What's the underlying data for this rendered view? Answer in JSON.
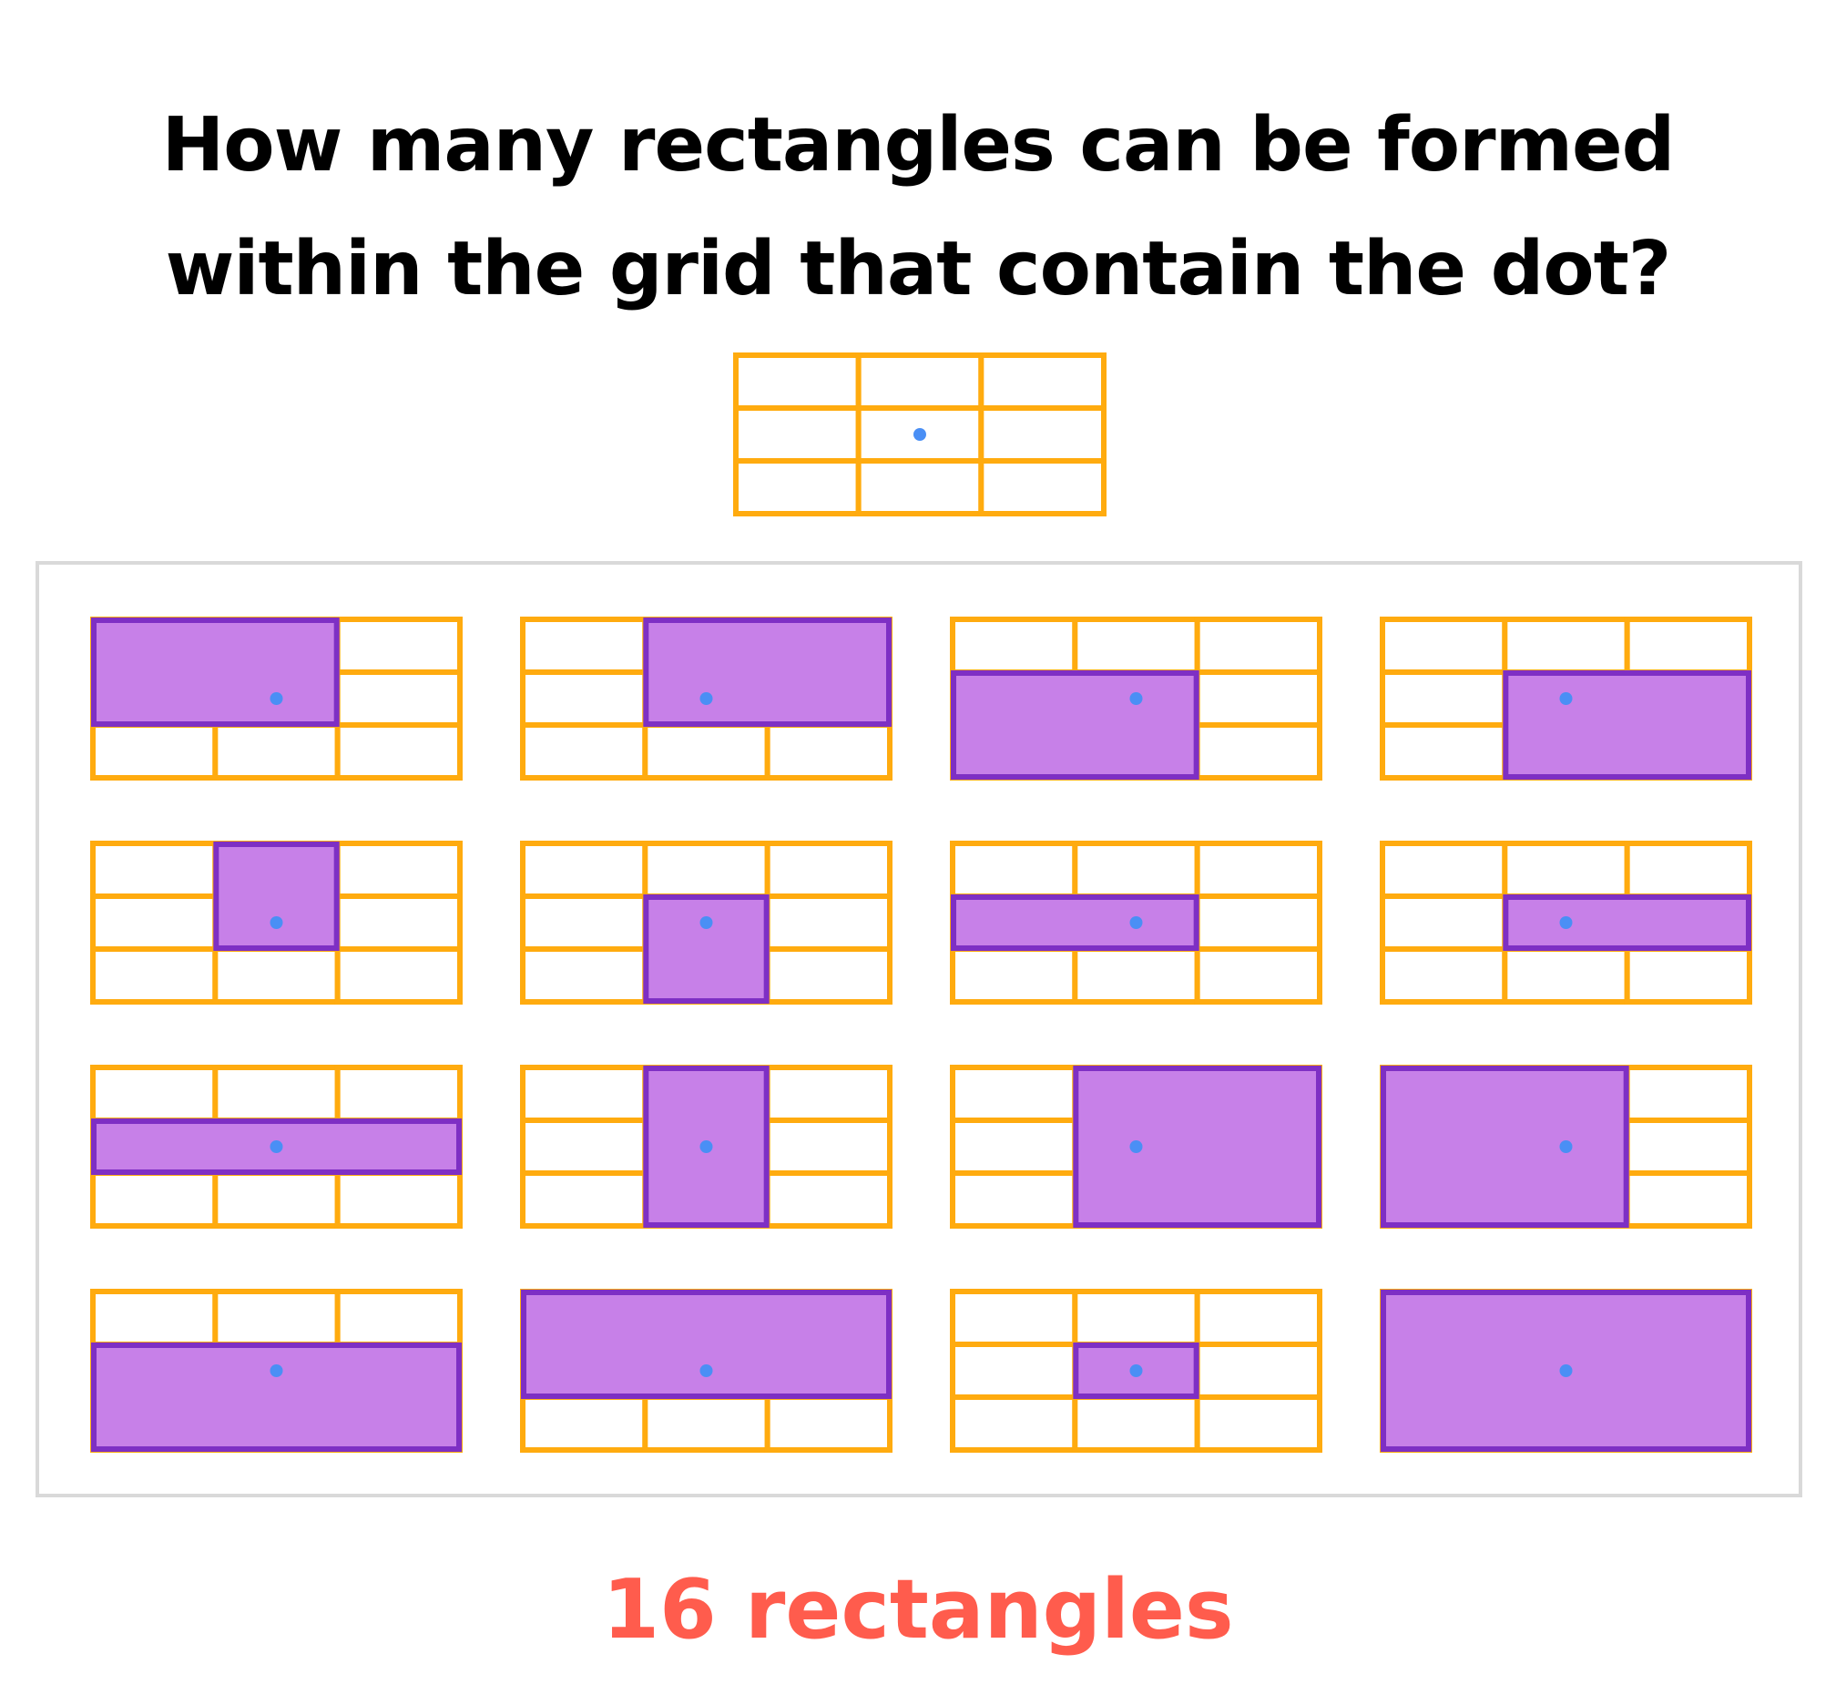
{
  "question": {
    "line1": "How many rectangles can be formed",
    "line2": "within the grid that contain the dot?"
  },
  "grid": {
    "rows": 3,
    "cols": 3,
    "dot_cell": [
      1,
      1
    ]
  },
  "colors": {
    "grid_line": "#FFAB0F",
    "rect_fill": "#C780E8",
    "rect_stroke": "#7E2FC4",
    "dot": "#4A8FF5",
    "panel_border": "#D9D9D9",
    "answer": "#FF5C4D"
  },
  "rectangles": [
    {
      "row": 0,
      "col": 0,
      "rows": 2,
      "cols": 2
    },
    {
      "row": 0,
      "col": 1,
      "rows": 2,
      "cols": 2
    },
    {
      "row": 1,
      "col": 0,
      "rows": 2,
      "cols": 2
    },
    {
      "row": 1,
      "col": 1,
      "rows": 2,
      "cols": 2
    },
    {
      "row": 0,
      "col": 1,
      "rows": 2,
      "cols": 1
    },
    {
      "row": 1,
      "col": 1,
      "rows": 2,
      "cols": 1
    },
    {
      "row": 1,
      "col": 0,
      "rows": 1,
      "cols": 2
    },
    {
      "row": 1,
      "col": 1,
      "rows": 1,
      "cols": 2
    },
    {
      "row": 1,
      "col": 0,
      "rows": 1,
      "cols": 3
    },
    {
      "row": 0,
      "col": 1,
      "rows": 3,
      "cols": 1
    },
    {
      "row": 0,
      "col": 1,
      "rows": 3,
      "cols": 2
    },
    {
      "row": 0,
      "col": 0,
      "rows": 3,
      "cols": 2
    },
    {
      "row": 1,
      "col": 0,
      "rows": 2,
      "cols": 3
    },
    {
      "row": 0,
      "col": 0,
      "rows": 2,
      "cols": 3
    },
    {
      "row": 1,
      "col": 1,
      "rows": 1,
      "cols": 1
    },
    {
      "row": 0,
      "col": 0,
      "rows": 3,
      "cols": 3
    }
  ],
  "answer": {
    "text": "16 rectangles"
  }
}
